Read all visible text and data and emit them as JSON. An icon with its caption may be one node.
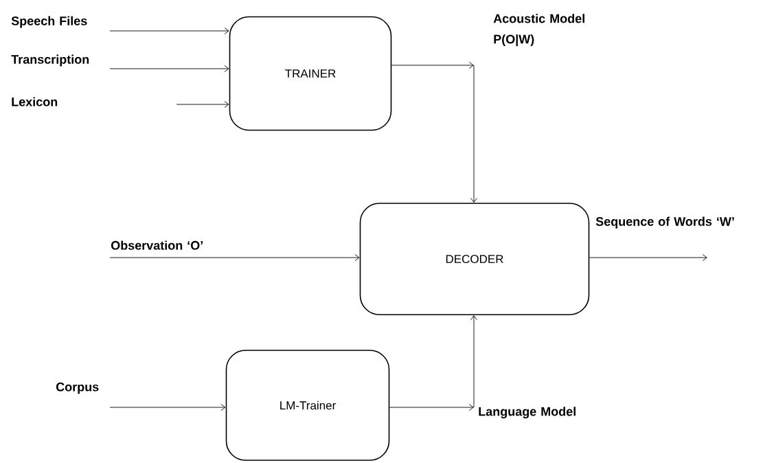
{
  "diagram": {
    "nodes": [
      {
        "text": [
          "TRAINER"
        ]
      },
      {
        "text": [
          "Acoustic Model P(O|W)"
        ]
      },
      {
        "text": [
          "DECODER"
        ]
      },
      {
        "text": [
          "LM-Trainer"
        ]
      },
      {
        "text": [
          "Language Model"
        ]
      }
    ],
    "edges": [
      {
        "from": null,
        "to": 0,
        "arrow": "to",
        "label": "Speech Files"
      },
      {
        "from": null,
        "to": 0,
        "arrow": "to",
        "label": "Transcription"
      },
      {
        "from": null,
        "to": 0,
        "arrow": "to",
        "label": "Lexicon"
      },
      {
        "from": 0,
        "to": 1,
        "arrow": "to"
      },
      {
        "from": 1,
        "to": 2,
        "arrow": "to"
      },
      {
        "from": null,
        "to": 2,
        "arrow": "to",
        "label": "Observation ‘O’"
      },
      {
        "from": 2,
        "to": null,
        "arrow": "to",
        "label": "Sequence of Words ‘W’"
      },
      {
        "from": 3,
        "to": 4,
        "arrow": "to"
      },
      {
        "from": 4,
        "to": 2,
        "arrow": "to"
      },
      {
        "from": null,
        "to": 3,
        "arrow": "to",
        "label": "Corpus"
      }
    ]
  }
}
